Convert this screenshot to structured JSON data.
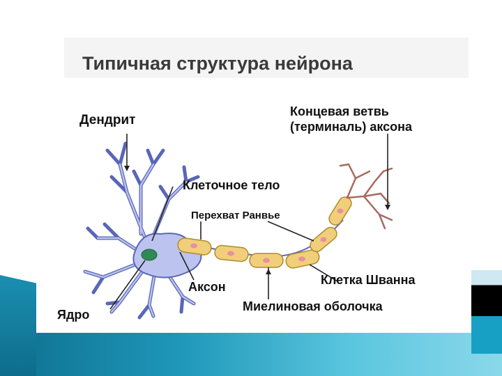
{
  "title": "Типичная структура нейрона",
  "labels": {
    "dendrite": "Дендрит",
    "terminal_line1": "Концевая ветвь",
    "terminal_line2": "(терминаль) аксона",
    "cell_body": "Клеточное тело",
    "ranvier": "Перехват  Ранвье",
    "axon": "Аксон",
    "schwann": "Клетка Шванна",
    "nucleus": "Ядро",
    "myelin": "Миелиновая оболочка"
  },
  "colors": {
    "neuron_fill": "#bcc3ee",
    "neuron_stroke": "#5966b8",
    "myelin_fill": "#f1cf7a",
    "myelin_stroke": "#b08a2a",
    "nucleus_fill": "#2f8a55",
    "schwann_nucleus": "#e890a0",
    "terminal": "#a86a60",
    "background_accent": "#1d96b8"
  }
}
